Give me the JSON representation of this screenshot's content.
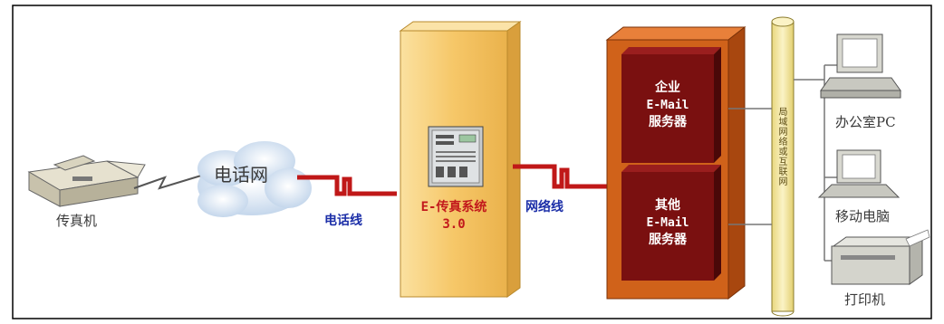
{
  "fax": {
    "label": "传真机"
  },
  "cloud": {
    "label": "电话网"
  },
  "phone_line": {
    "label": "电话线"
  },
  "efax": {
    "line1": "E-传真系统",
    "line2": "3.0"
  },
  "network_line": {
    "label": "网络线"
  },
  "servers": {
    "enterprise": {
      "line1": "企业",
      "line2": "E-Mail",
      "line3": "服务器"
    },
    "other": {
      "line1": "其他",
      "line2": "E-Mail",
      "line3": "服务器"
    }
  },
  "bus": {
    "label": "局域网络或互联网"
  },
  "devices": {
    "office_pc": {
      "label": "办公室PC"
    },
    "laptop": {
      "label": "移动电脑"
    },
    "printer": {
      "label": "打印机"
    }
  },
  "colors": {
    "efax_box": "#f6c768",
    "server_outer": "#d0621a",
    "server_inner": "#7a1010",
    "link_red": "#c01818",
    "bus": "#f5eaa6"
  }
}
